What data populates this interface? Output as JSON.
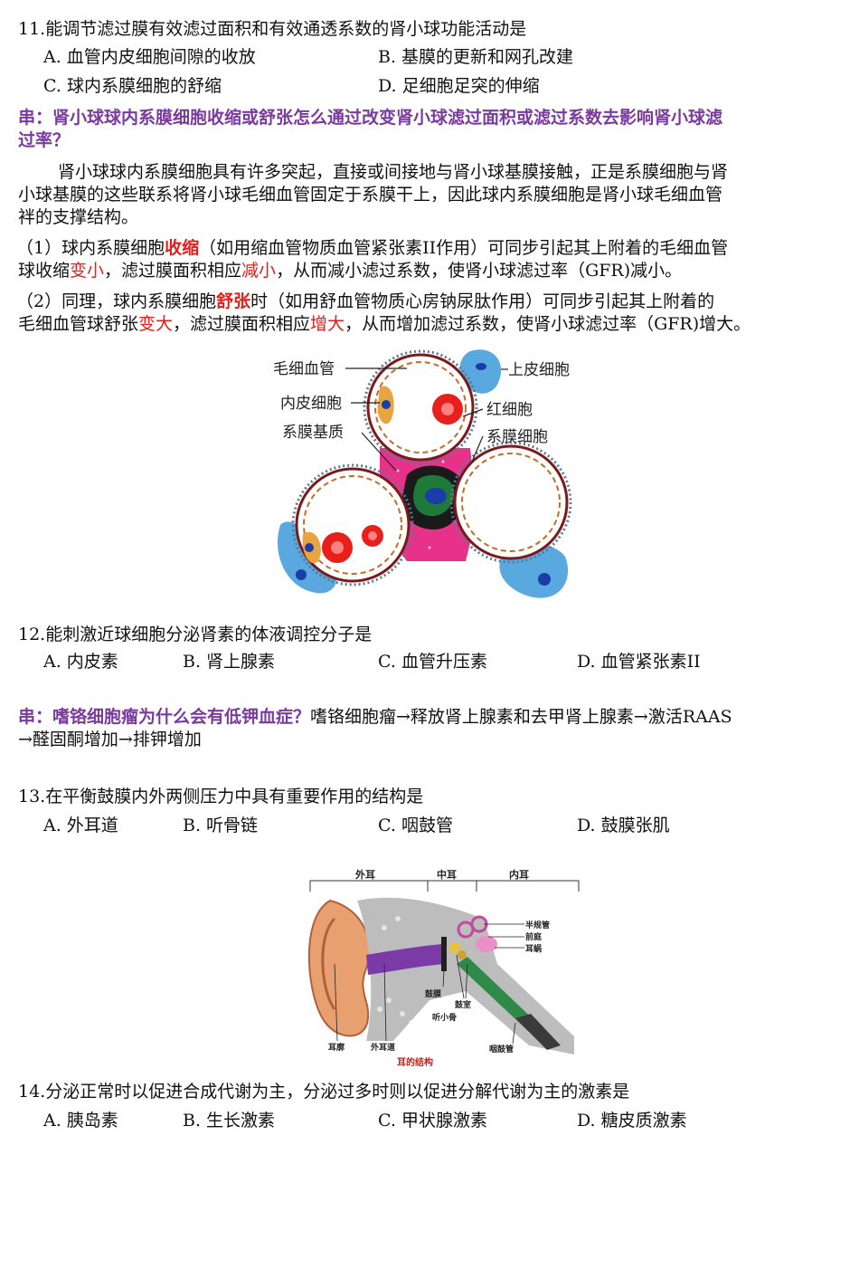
{
  "q11": {
    "stem": "11.能调节滤过膜有效滤过面积和有效通透系数的肾小球功能活动是",
    "a": "A. 血管内皮细胞间隙的收放",
    "b": "B. 基膜的更新和网孔改建",
    "c": "C. 球内系膜细胞的舒缩",
    "d": "D. 足细胞足突的伸缩"
  },
  "note11": {
    "q1": "串：肾小球球内系膜细胞收缩或舒张怎么通过改变肾小球滤过面积或滤过系数去影响肾小球滤",
    "q2": "过率？",
    "p1a": "肾小球球内系膜细胞具有许多突起，直接或间接地与肾小球基膜接触，正是系膜细胞与肾",
    "p1b": "小球基膜的这些联系将肾小球毛细血管固定于系膜干上，因此球内系膜细胞是肾小球毛细血管",
    "p1c": "袢的支撑结构。",
    "p2_a": "（1）球内系膜细胞",
    "p2_b": "收缩",
    "p2_c": "（如用缩血管物质血管紧张素II作用）可同步引起其上附着的毛细血管",
    "p2_d": "球收缩",
    "p2_e": "变小",
    "p2_f": "，滤过膜面积相应",
    "p2_g": "减小",
    "p2_h": "，从而减小滤过系数，使肾小球滤过率（GFR)减小。",
    "p3_a": "（2）同理，球内系膜细胞",
    "p3_b": "舒张",
    "p3_c": "时（如用舒血管物质心房钠尿肽作用）可同步引起其上附着的",
    "p3_d": "毛细血管球舒张",
    "p3_e": "变大",
    "p3_f": "，滤过膜面积相应",
    "p3_g": "增大",
    "p3_h": "，从而增加滤过系数，使肾小球滤过率（GFR)增大。"
  },
  "fig1": {
    "capillary": "毛细血管",
    "endothelial": "内皮细胞",
    "matrix": "系膜基质",
    "epithelial": "上皮细胞",
    "rbc": "红细胞",
    "mesangial": "系膜细胞"
  },
  "q12": {
    "stem": "12.能刺激近球细胞分泌肾素的体液调控分子是",
    "a": "A. 内皮素",
    "b": "B. 肾上腺素",
    "c": "C. 血管升压素",
    "d": "D. 血管紧张素II"
  },
  "note12": {
    "q": "串：嗜铬细胞瘤为什么会有低钾血症？",
    "a1": "嗜铬细胞瘤→释放肾上腺素和去甲肾上腺素→激活RAAS",
    "a2": "→醛固酮增加→排钾增加"
  },
  "q13": {
    "stem": "13.在平衡鼓膜内外两侧压力中具有重要作用的结构是",
    "a": "A. 外耳道",
    "b": "B. 听骨链",
    "c": "C. 咽鼓管",
    "d": "D. 鼓膜张肌"
  },
  "fig2": {
    "outer": "外耳",
    "middle": "中耳",
    "inner": "内耳",
    "semicircular": "半规管",
    "vestibule": "前庭",
    "cochlea": "耳蜗",
    "eardrum": "鼓膜",
    "tympanic": "鼓室",
    "ossicles": "听小骨",
    "auricle": "耳廓",
    "canal": "外耳道",
    "tube": "咽鼓管",
    "caption": "耳的结构"
  },
  "q14": {
    "stem": "14.分泌正常时以促进合成代谢为主，分泌过多时则以促进分解代谢为主的激素是",
    "a": "A. 胰岛素",
    "b": "B. 生长激素",
    "c": "C. 甲状腺激素",
    "d": "D. 糖皮质激素"
  }
}
